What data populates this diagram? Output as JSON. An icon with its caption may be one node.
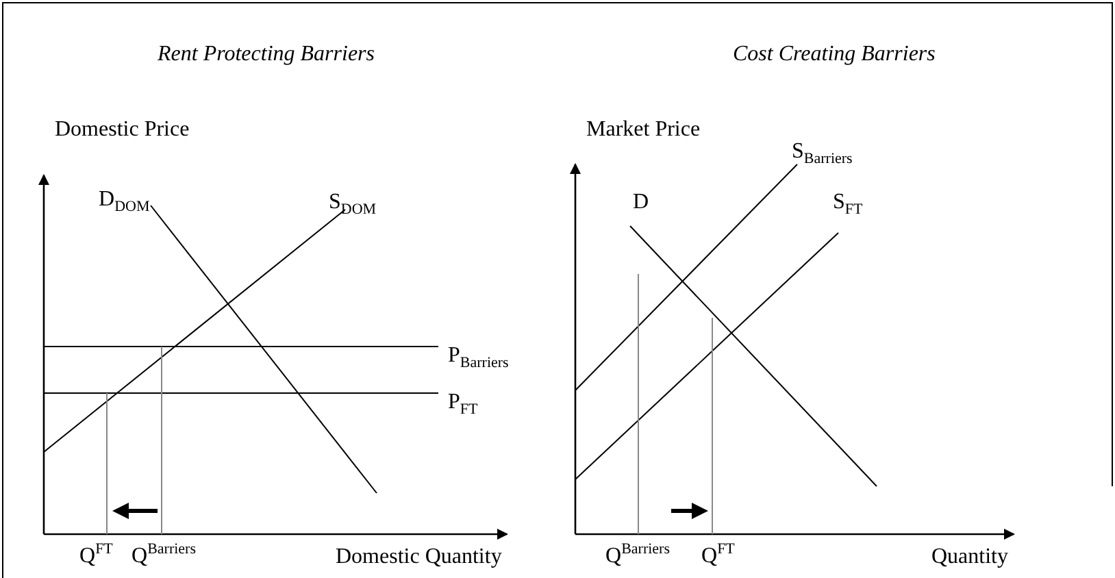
{
  "diagram": {
    "labels": [
      "Rent Protecting Barriers",
      "Cost Creating Barriers",
      "Domestic Price",
      "Market Price",
      "D$_{DOM}$",
      "S$_{DOM}$",
      "D",
      "S$_{Barriers}$",
      "S$_{FT}$",
      "P$_{Barriers}$",
      "P$_{FT}$",
      "Q$^{FT}$",
      "Q$^{Barriers}$",
      "Domestic Quantity",
      "Q$^{Barriers}$",
      "Q$^{FT}$",
      "Quantity"
    ]
  }
}
